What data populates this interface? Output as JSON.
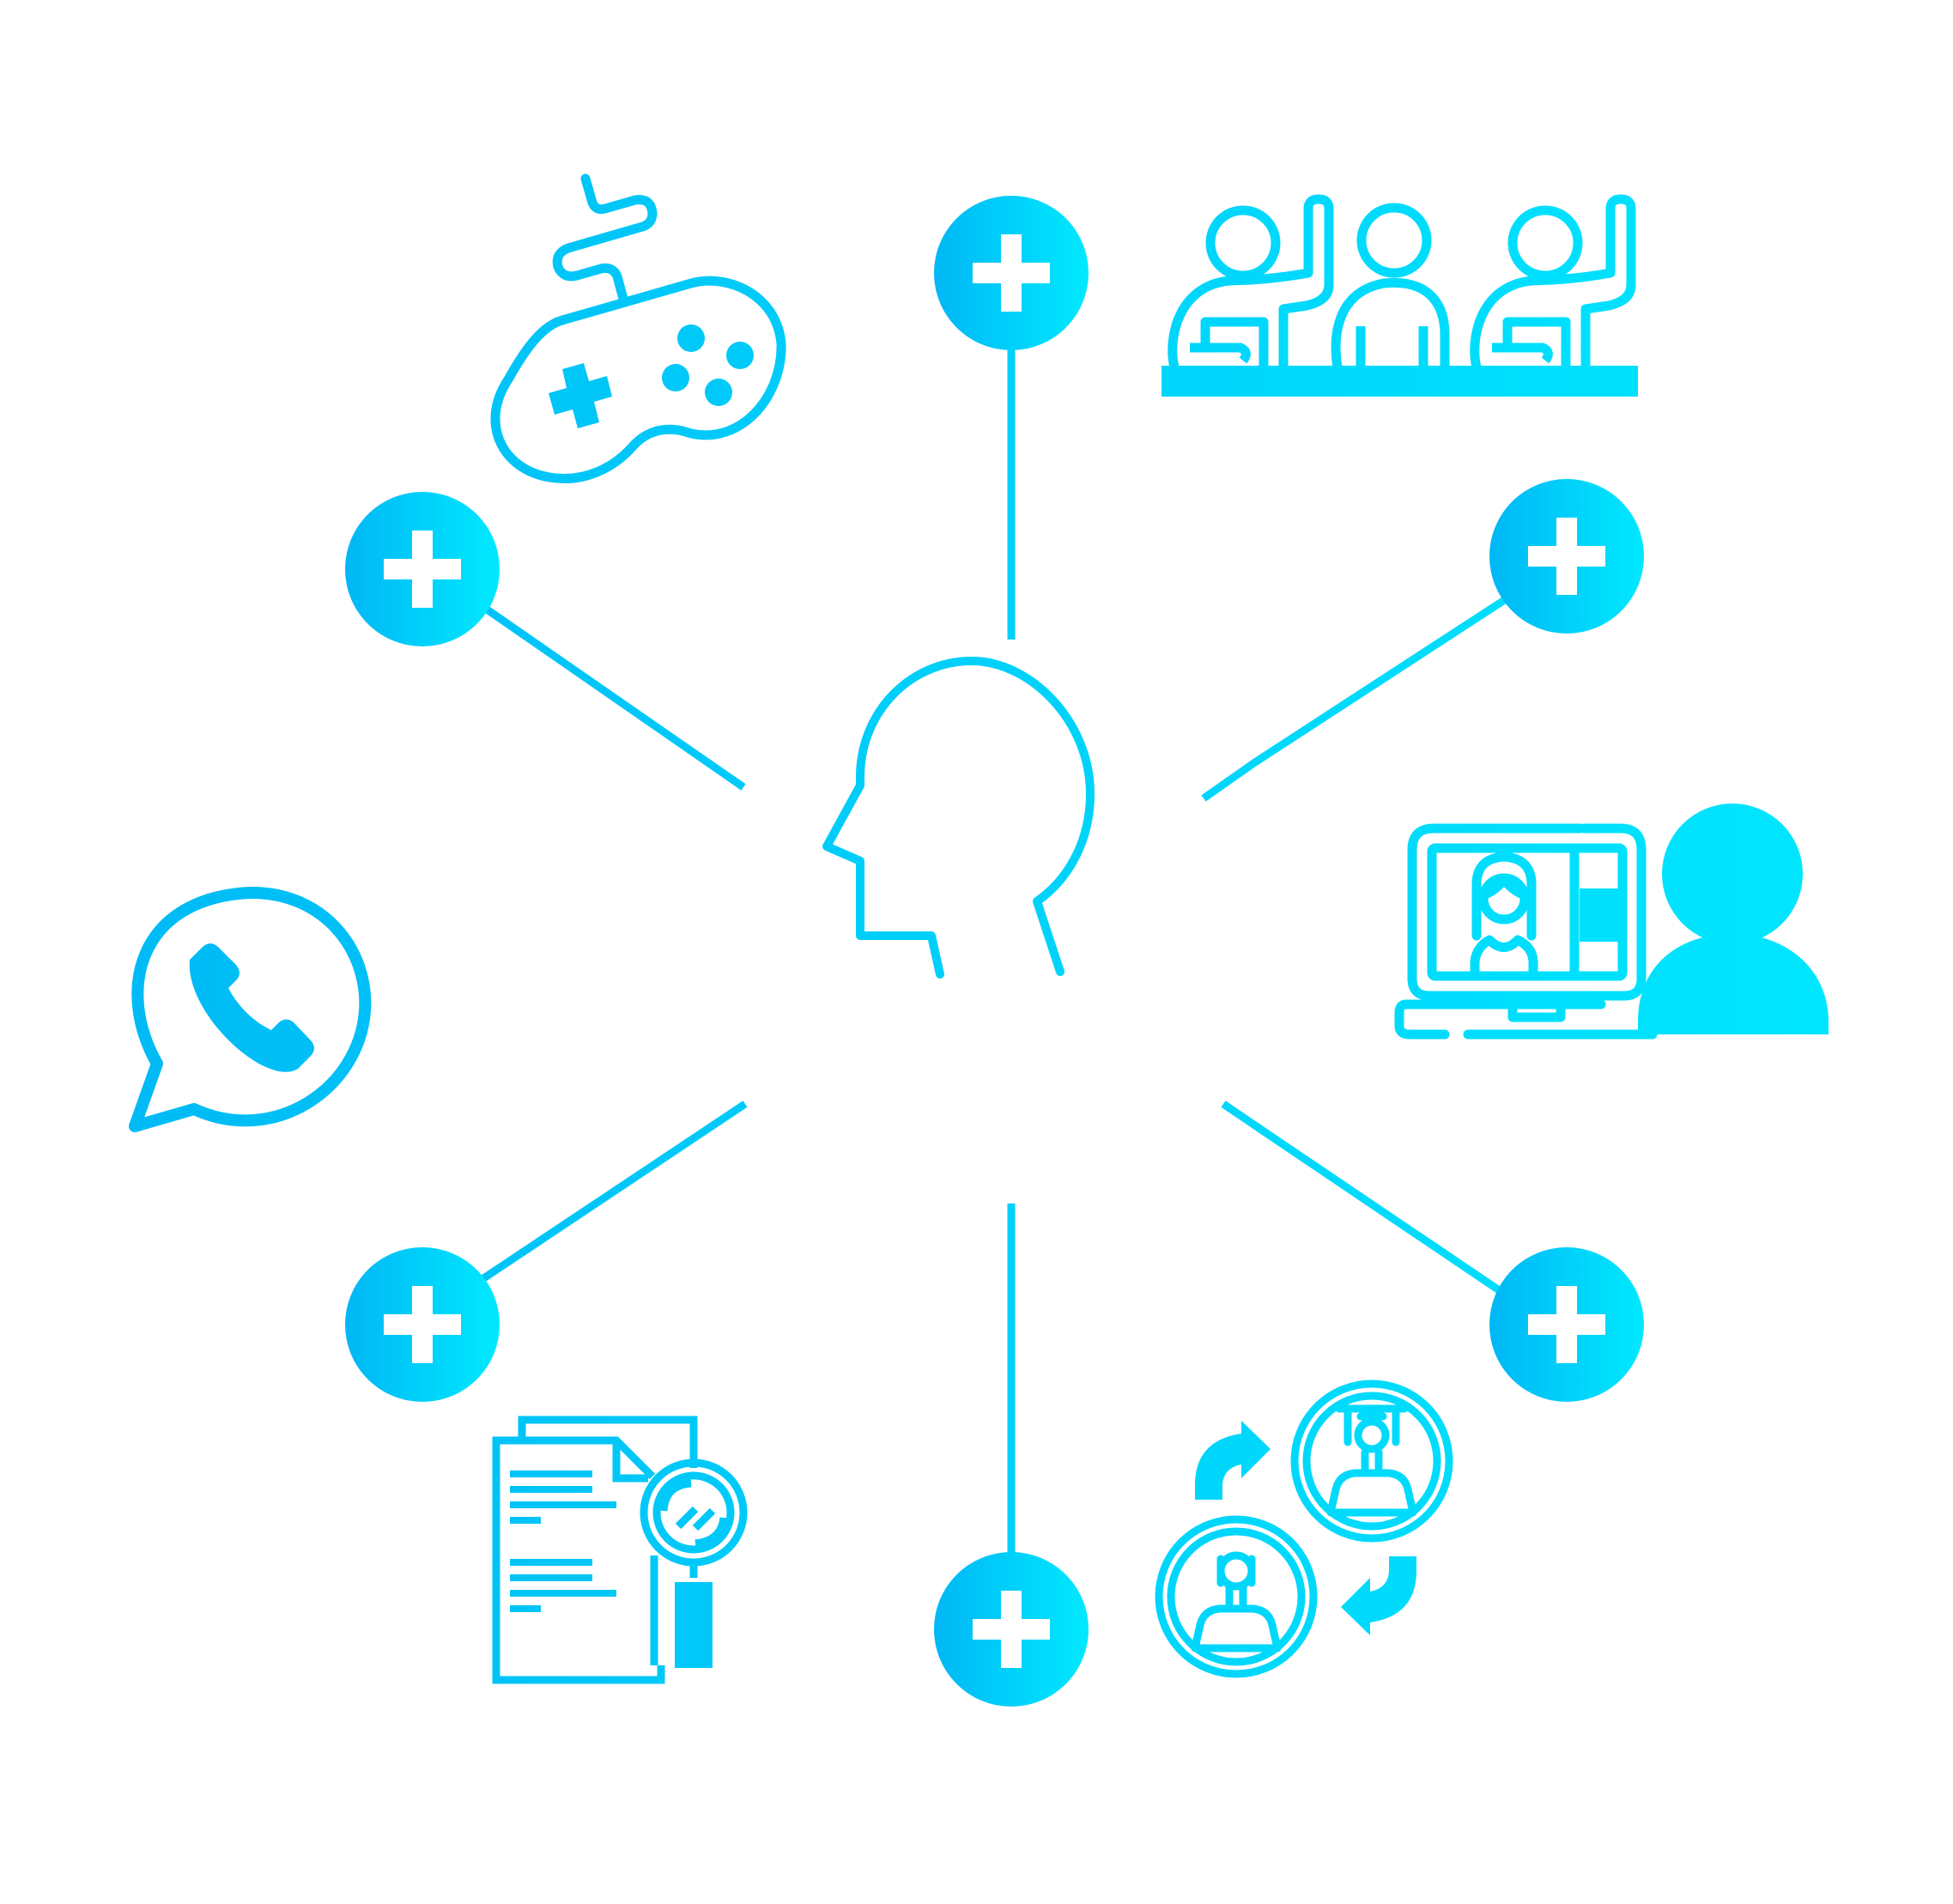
{
  "diagram": {
    "colors": {
      "gradient_start": "#00b7f5",
      "gradient_end": "#00e9ff",
      "background": "#ffffff",
      "plus_symbol": "#ffffff"
    },
    "center_node": {
      "icon": "human-head-profile-icon"
    },
    "spokes": [
      {
        "name": "spoke-top",
        "node_icon": "plus-icon",
        "topic_icon": "classroom-raised-hands-icon"
      },
      {
        "name": "spoke-top-right",
        "node_icon": "plus-icon",
        "topic_icon": "online-video-class-icon"
      },
      {
        "name": "spoke-bottom-right",
        "node_icon": "plus-icon",
        "topic_icon": "student-exchange-icon"
      },
      {
        "name": "spoke-bottom",
        "node_icon": "plus-icon",
        "topic_icon": "student-exchange-icon"
      },
      {
        "name": "spoke-bottom-left",
        "node_icon": "plus-icon",
        "topic_icon": "document-search-icon"
      },
      {
        "name": "spoke-left",
        "node_icon": "none",
        "topic_icon": "chat-phone-icon"
      },
      {
        "name": "spoke-top-left",
        "node_icon": "plus-icon",
        "topic_icon": "game-controller-icon"
      }
    ]
  }
}
